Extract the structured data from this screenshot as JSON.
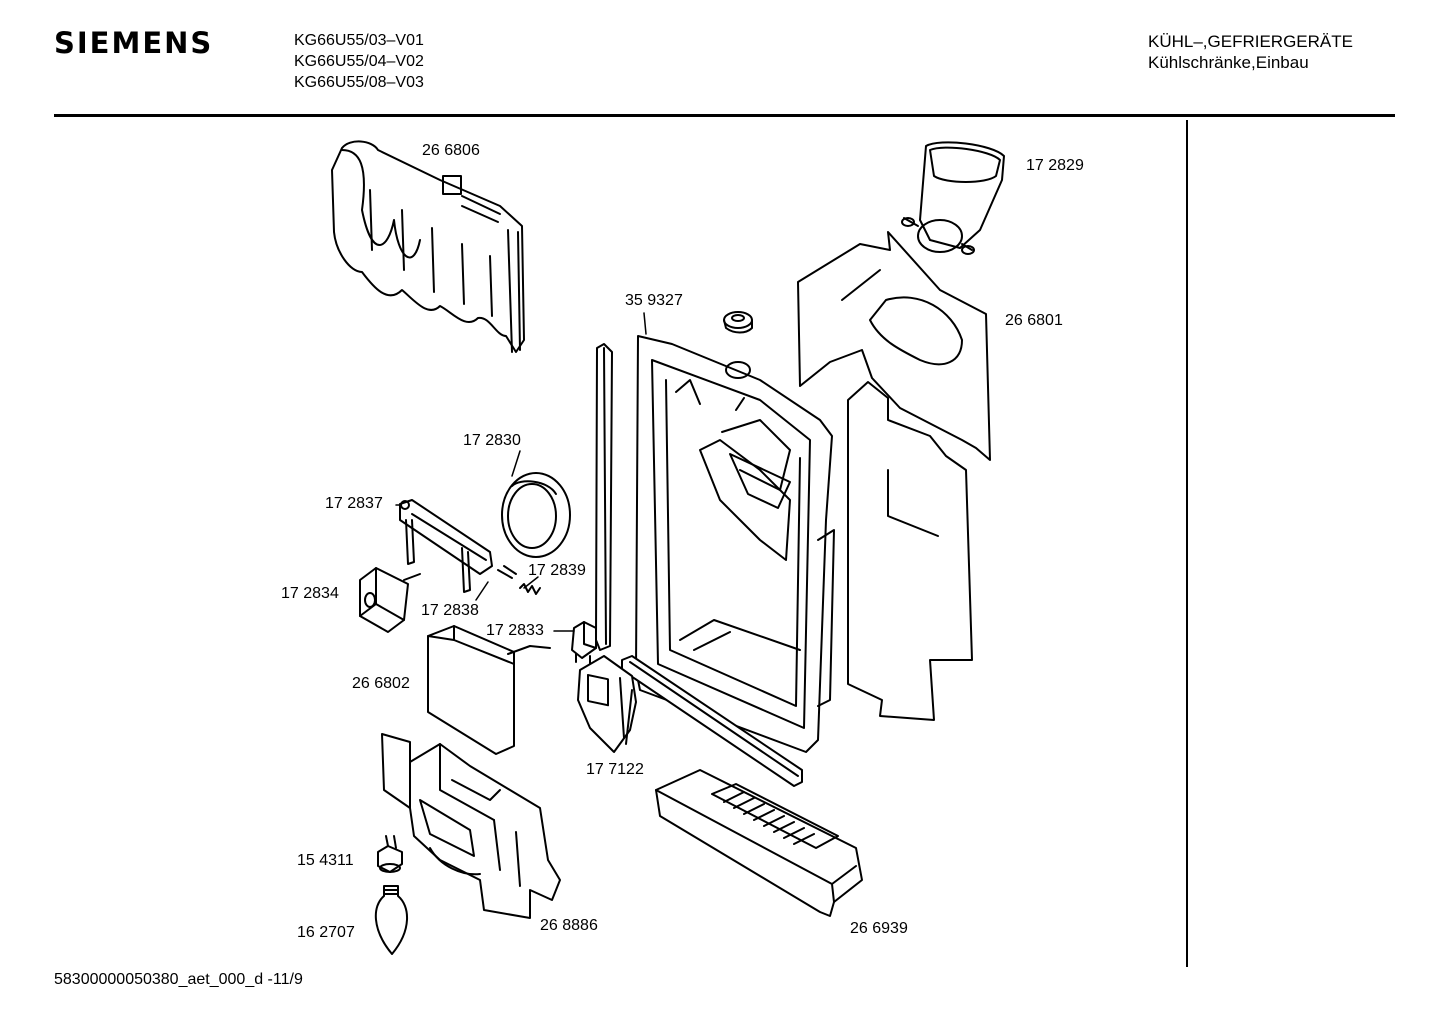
{
  "header": {
    "brand": "SIEMENS",
    "models": [
      "KG66U55/03–V01",
      "KG66U55/04–V02",
      "KG66U55/08–V03"
    ],
    "category_line1": "KÜHL–,GEFRIERGERÄTE",
    "category_line2": "Kühlschränke,Einbau"
  },
  "parts": [
    {
      "id": "266806",
      "label": "26 6806"
    },
    {
      "id": "172829",
      "label": "17 2829"
    },
    {
      "id": "359327",
      "label": "35 9327"
    },
    {
      "id": "266801",
      "label": "26 6801"
    },
    {
      "id": "172830",
      "label": "17 2830"
    },
    {
      "id": "172837",
      "label": "17 2837"
    },
    {
      "id": "172839",
      "label": "17 2839"
    },
    {
      "id": "172834",
      "label": "17 2834"
    },
    {
      "id": "172838",
      "label": "17 2838"
    },
    {
      "id": "172833",
      "label": "17 2833"
    },
    {
      "id": "266802",
      "label": "26 6802"
    },
    {
      "id": "177122",
      "label": "17 7122"
    },
    {
      "id": "154311",
      "label": "15 4311"
    },
    {
      "id": "162707",
      "label": "16 2707"
    },
    {
      "id": "268886",
      "label": "26 8886"
    },
    {
      "id": "266939",
      "label": "26 6939"
    }
  ],
  "footer": {
    "doc_id": "58300000050380_aet_000_d -11/9"
  }
}
